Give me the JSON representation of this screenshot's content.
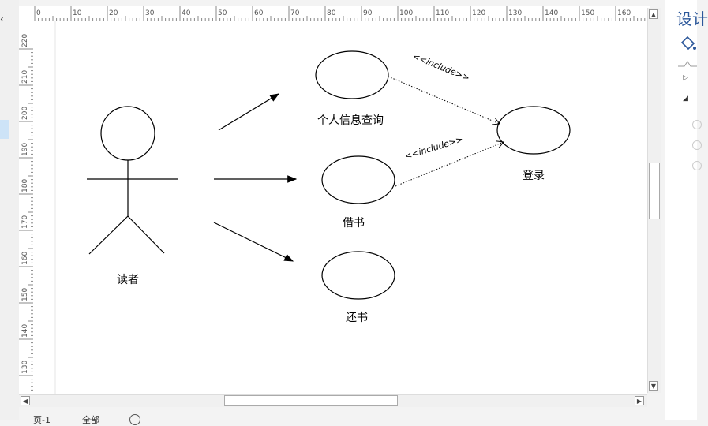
{
  "ruler_top": {
    "labels": [
      "0",
      "10",
      "20",
      "30",
      "40",
      "50",
      "60",
      "70",
      "80",
      "90",
      "100",
      "110",
      "120",
      "130",
      "140",
      "150",
      "160"
    ]
  },
  "ruler_left": {
    "labels": [
      "220",
      "210",
      "200",
      "190",
      "180",
      "170",
      "160",
      "150",
      "140",
      "130"
    ]
  },
  "diagram": {
    "actor": {
      "label": "读者"
    },
    "use_cases": [
      {
        "id": "query",
        "label": "个人信息查询"
      },
      {
        "id": "borrow",
        "label": "借书"
      },
      {
        "id": "return",
        "label": "还书"
      },
      {
        "id": "login",
        "label": "登录"
      }
    ],
    "include_label": "<<include>>"
  },
  "right_panel": {
    "title": "设计"
  },
  "bottom_bar": {
    "page_tab": "页-1",
    "all_label": "全部"
  }
}
